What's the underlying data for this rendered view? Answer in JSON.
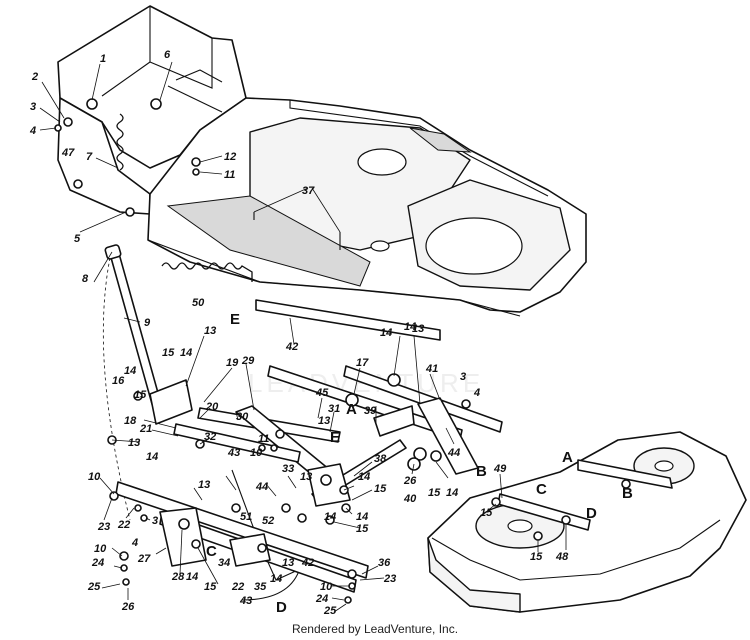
{
  "diagram": {
    "watermark": "LEADVENTURE",
    "footer": "Rendered by LeadVenture, Inc.",
    "callouts": [
      "1",
      "2",
      "3",
      "4",
      "47",
      "5",
      "6",
      "7",
      "8",
      "9",
      "10",
      "11",
      "12",
      "13",
      "14",
      "15",
      "16",
      "17",
      "18",
      "19",
      "20",
      "21",
      "22",
      "23",
      "24",
      "25",
      "26",
      "27",
      "28",
      "29",
      "30",
      "31",
      "32",
      "33",
      "34",
      "35",
      "36",
      "37",
      "38",
      "39",
      "40",
      "41",
      "42",
      "43",
      "44",
      "45",
      "48",
      "49",
      "50",
      "51",
      "52"
    ],
    "reference_letters": [
      "A",
      "B",
      "C",
      "D",
      "E"
    ]
  }
}
